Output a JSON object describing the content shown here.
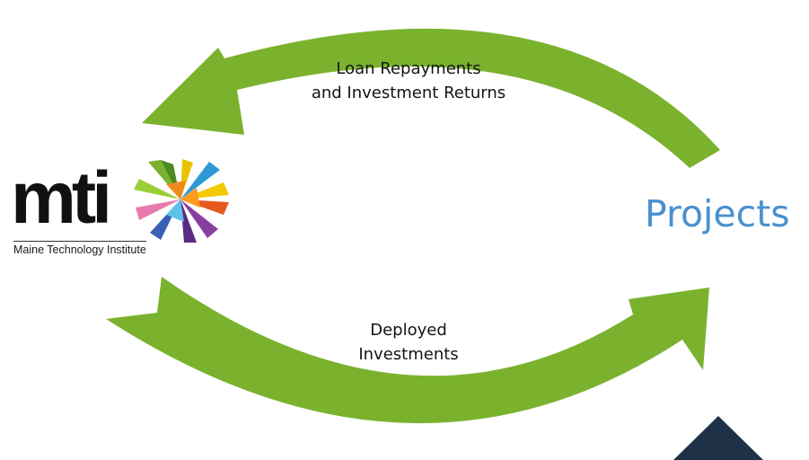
{
  "flows": {
    "top_label_line1": "Loan Repayments",
    "top_label_line2": "and Investment Returns",
    "bottom_label_line1": "Deployed",
    "bottom_label_line2": "Investments"
  },
  "nodes": {
    "projects": "Projects",
    "mti_wordmark": "mti",
    "mti_tagline": "Maine Technology Institute"
  },
  "colors": {
    "arrow_green": "#7ab22e",
    "projects_blue": "#4a90d0",
    "corner_navy": "#1e3146"
  }
}
